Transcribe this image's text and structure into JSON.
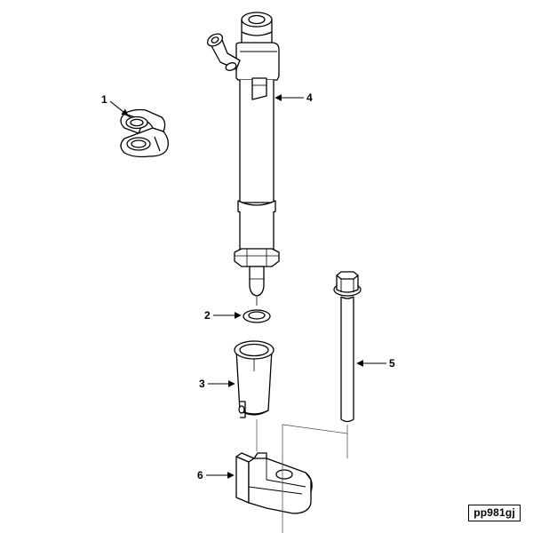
{
  "callouts": {
    "c1": "1",
    "c2": "2",
    "c3": "3",
    "c4": "4",
    "c5": "5",
    "c6": "6"
  },
  "reference_code": "pp981gj",
  "colors": {
    "line": "#000000",
    "paper": "#ffffff",
    "guide": "#555555"
  }
}
